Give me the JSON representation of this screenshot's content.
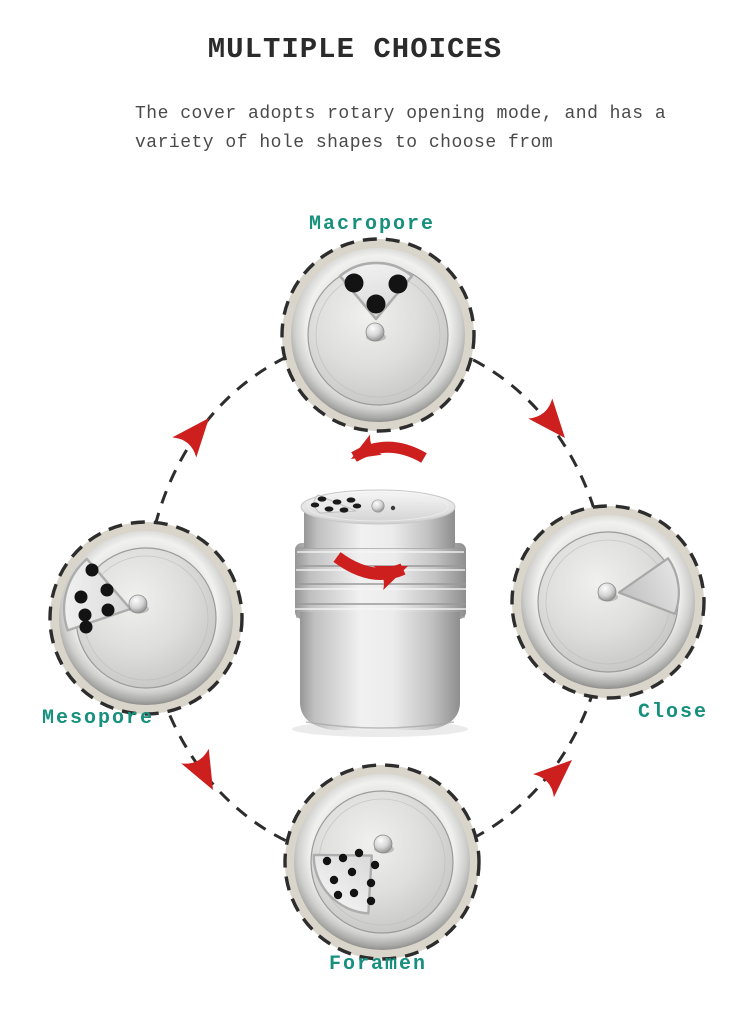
{
  "page": {
    "background": "#ffffff"
  },
  "header": {
    "title": "MULTIPLE CHOICES",
    "subtitle_line1": "The cover adopts rotary opening mode, and has a",
    "subtitle_line2": "variety of hole shapes to choose from"
  },
  "diagram": {
    "caps": [
      {
        "id": "macropore",
        "label": "Macropore",
        "position": "top",
        "hole_count": 3,
        "hole_size": "large"
      },
      {
        "id": "mesopore",
        "label": "Mesopore",
        "position": "left",
        "hole_count": 6,
        "hole_size": "medium"
      },
      {
        "id": "close",
        "label": "Close",
        "position": "right",
        "hole_count": 0,
        "hole_size": "closed"
      },
      {
        "id": "foramen",
        "label": "Foramen",
        "position": "bottom",
        "hole_count": 10,
        "hole_size": "small"
      }
    ],
    "center_icon": "rotary-spice-shaker",
    "flow_icon": "dashed-circle-with-red-arrowheads"
  },
  "colors": {
    "label_teal": "#17907D",
    "title_text": "#2B2B2B",
    "subtitle_text": "#4A4A4A",
    "arrow_red": "#CE1F1F",
    "dash_stroke": "#2D2D2D"
  }
}
